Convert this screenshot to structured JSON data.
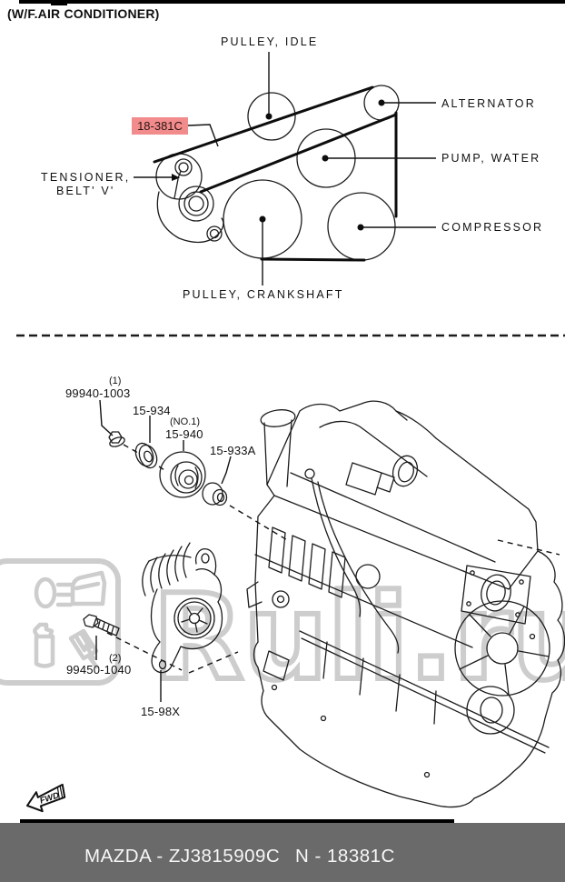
{
  "header": {
    "note": "(W/F.AIR CONDITIONER)"
  },
  "belt_diagram": {
    "labels": {
      "pulley_idle": "PULLEY, IDLE",
      "alternator": "ALTERNATOR",
      "pump_water": "PUMP, WATER",
      "compressor": "COMPRESSOR",
      "tensioner_line1": "TENSIONER,",
      "tensioner_line2": "BELT' V'",
      "pulley_crankshaft": "PULLEY, CRANKSHAFT"
    },
    "highlighted_part": {
      "code": "18-381C",
      "highlight_color": "#f28b8b"
    }
  },
  "parts_diagram": {
    "callouts": {
      "nut": {
        "qty": "(1)",
        "part": "99940-1003"
      },
      "washer": {
        "part": "15-934"
      },
      "idler_pulley": {
        "qty": "(NO.1)",
        "part": "15-940"
      },
      "bushing": {
        "part": "15-933A"
      },
      "bolt": {
        "qty": "(2)",
        "part": "99450-1040"
      },
      "tensioner": {
        "part": "15-98X"
      }
    },
    "fwd_label": "FWD"
  },
  "watermark": {
    "text": "Ruli.ru",
    "color": "#cdcdcd"
  },
  "footer": {
    "catalog_ref": "MAZDA - ZJ3815909C",
    "part_ref": "N - 18381C",
    "bg_color": "#6a6a6a",
    "text_color": "#f7f7f7"
  }
}
